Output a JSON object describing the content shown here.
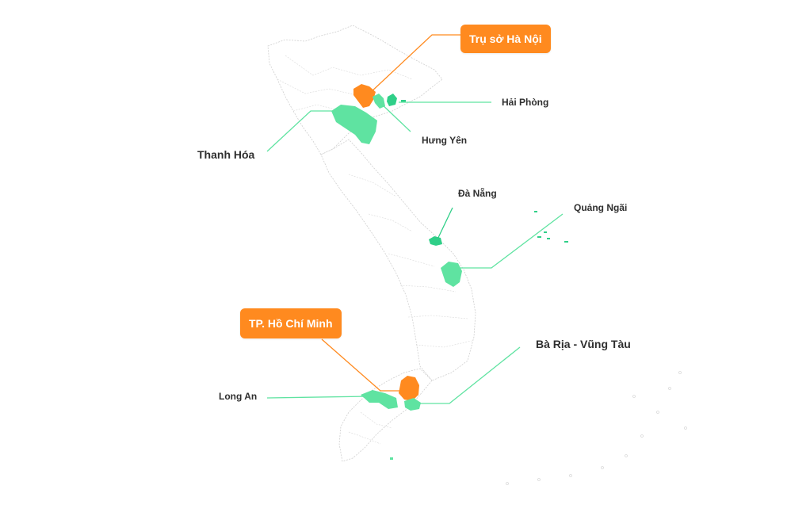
{
  "colors": {
    "headquarters": "#ff8a1f",
    "office": "#5fe3a1",
    "office_dark": "#2fcf88",
    "outline": "#cfcfcf",
    "text": "#2f2f2f"
  },
  "headquarters": [
    {
      "id": "hanoi",
      "label": "Trụ sở Hà Nội",
      "region_icon": "hanoi-region-shape"
    },
    {
      "id": "hcm",
      "label": "TP. Hồ Chí Minh",
      "region_icon": "hcm-region-shape"
    }
  ],
  "offices": [
    {
      "id": "haiphong",
      "label": "Hải Phòng"
    },
    {
      "id": "hungyen",
      "label": "Hưng Yên"
    },
    {
      "id": "thanhhoa",
      "label": "Thanh Hóa"
    },
    {
      "id": "danang",
      "label": "Đà Nẵng"
    },
    {
      "id": "quangngai",
      "label": "Quảng Ngãi"
    },
    {
      "id": "baria",
      "label": "Bà Rịa - Vũng Tàu"
    },
    {
      "id": "longan",
      "label": "Long An"
    }
  ]
}
